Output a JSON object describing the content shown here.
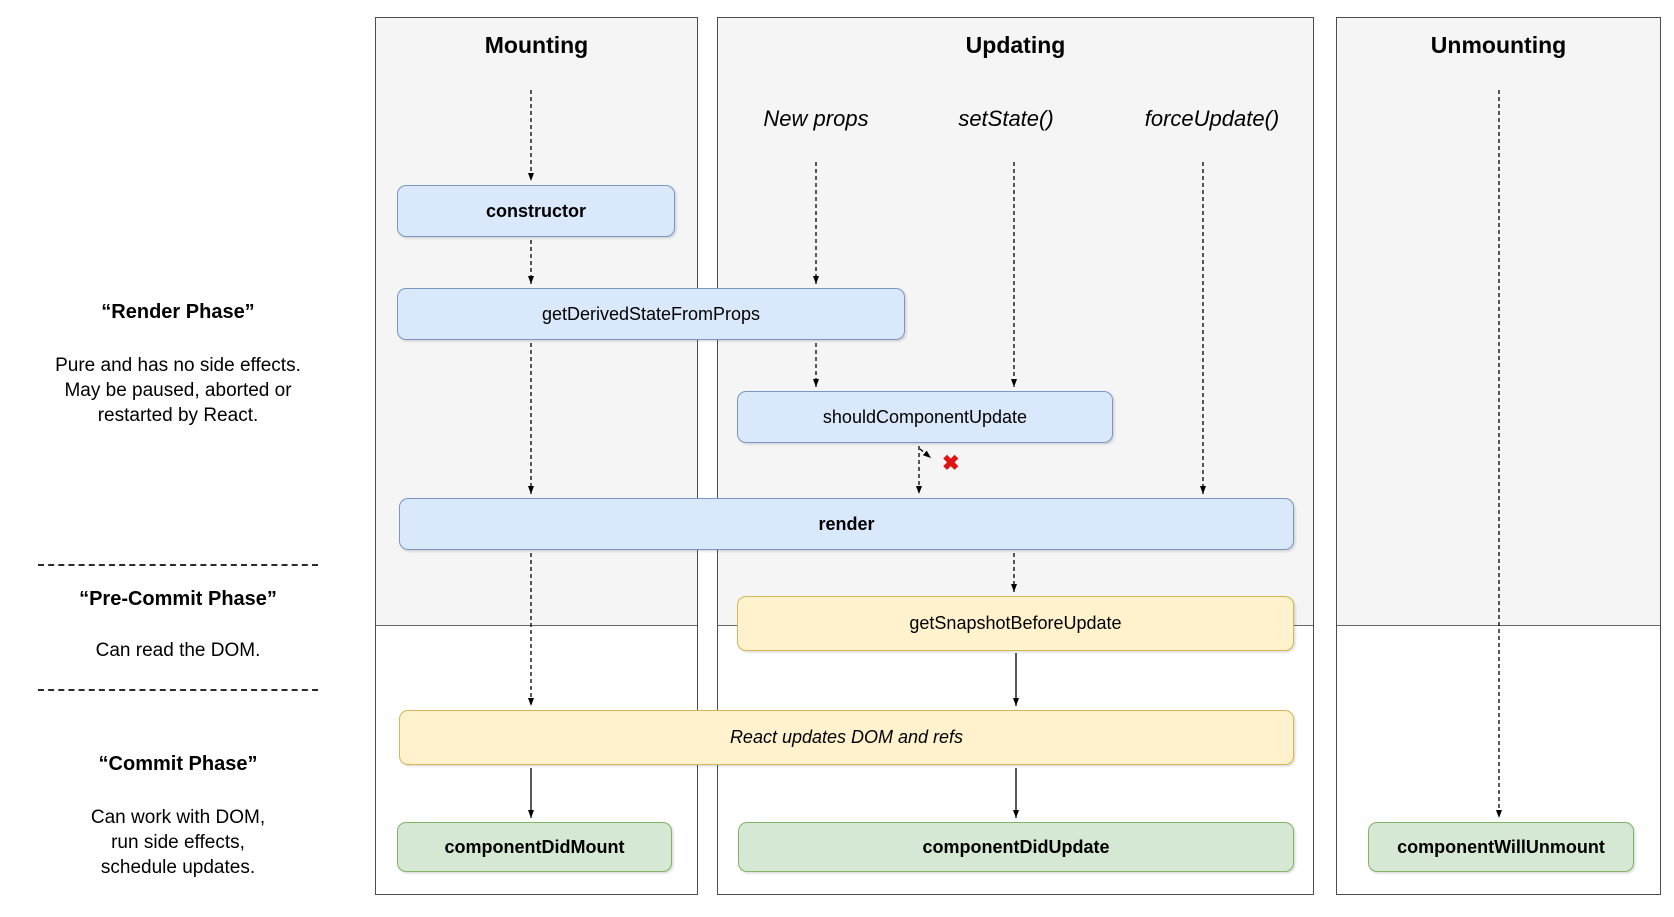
{
  "columns": [
    {
      "title": "Mounting"
    },
    {
      "title": "Updating",
      "triggers": [
        "New props",
        "setState()",
        "forceUpdate()"
      ]
    },
    {
      "title": "Unmounting"
    }
  ],
  "phases": {
    "render": {
      "title": "“Render Phase”",
      "description": "Pure and has no side effects.\nMay be paused, aborted or\nrestarted by React."
    },
    "pre_commit": {
      "title": "“Pre-Commit Phase”",
      "description": "Can read the DOM."
    },
    "commit": {
      "title": "“Commit Phase”",
      "description": "Can work with DOM,\nrun side effects,\nschedule updates."
    }
  },
  "nodes": {
    "constructor": "constructor",
    "get_derived_state_from_props": "getDerivedStateFromProps",
    "should_component_update": "shouldComponentUpdate",
    "render": "render",
    "get_snapshot_before_update": "getSnapshotBeforeUpdate",
    "react_updates_dom": "React updates DOM and refs",
    "component_did_mount": "componentDidMount",
    "component_did_update": "componentDidUpdate",
    "component_will_unmount": "componentWillUnmount"
  },
  "icons": {
    "cancel_x": "✖"
  },
  "colors": {
    "lifecycle_method_fill": "#dae8fc",
    "lifecycle_method_border": "#7a97c4",
    "side_effect_fill": "#fff2cc",
    "side_effect_border": "#d6b656",
    "commit_method_fill": "#d5e8d4",
    "commit_method_border": "#82b366",
    "panel_fill": "#f5f5f5",
    "panel_border": "#4d4d4d",
    "cancel_x_color": "#e01212"
  }
}
